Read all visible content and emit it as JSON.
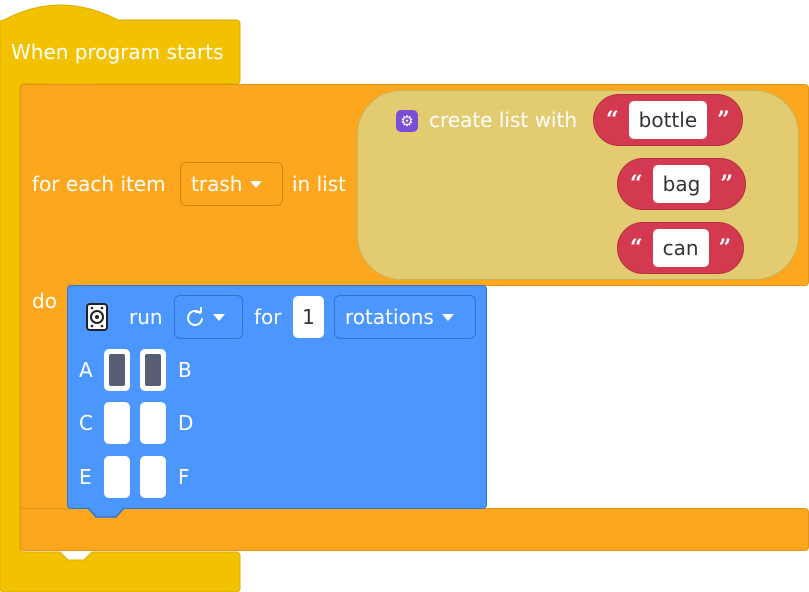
{
  "hat": {
    "label": "When program starts",
    "color": "#F2C200"
  },
  "loop": {
    "for_each_label": "for each item",
    "variable": "trash",
    "in_list_label": "in list",
    "do_label": "do",
    "color": "#FDA71E"
  },
  "list": {
    "icon": "gear-icon",
    "label": "create list with",
    "items": [
      "bottle",
      "bag",
      "can"
    ],
    "color": "#E2CB71",
    "string_color": "#D43A4F"
  },
  "motor": {
    "icon": "motor-icon",
    "run_label": "run",
    "direction_icon": "clockwise-icon",
    "for_label": "for",
    "amount": "1",
    "unit": "rotations",
    "ports": {
      "A": "A",
      "B": "B",
      "C": "C",
      "D": "D",
      "E": "E",
      "F": "F"
    },
    "selected_ports": [
      "A",
      "B"
    ],
    "color": "#4C97FF"
  }
}
